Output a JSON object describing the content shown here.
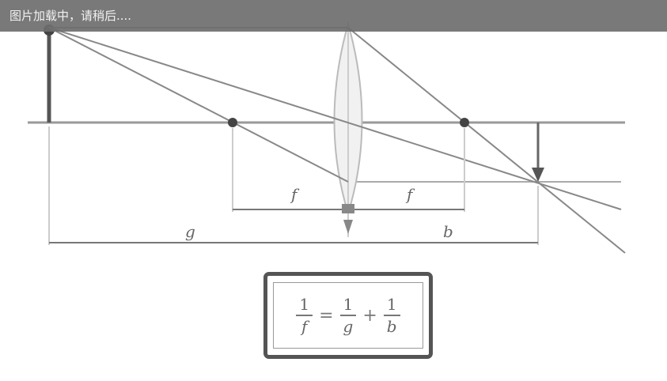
{
  "banner": {
    "text": "图片加载中，请稍后...."
  },
  "labels": {
    "f_left": "f",
    "f_right": "f",
    "g": "g",
    "b": "b"
  },
  "formula": {
    "lhs_num": "1",
    "lhs_den": "f",
    "op1": "=",
    "t1_num": "1",
    "t1_den": "g",
    "op2": "+",
    "t2_num": "1",
    "t2_den": "b"
  },
  "colors": {
    "line": "#8a8a8a",
    "object": "#555555",
    "banner": "#6e6e6e"
  }
}
